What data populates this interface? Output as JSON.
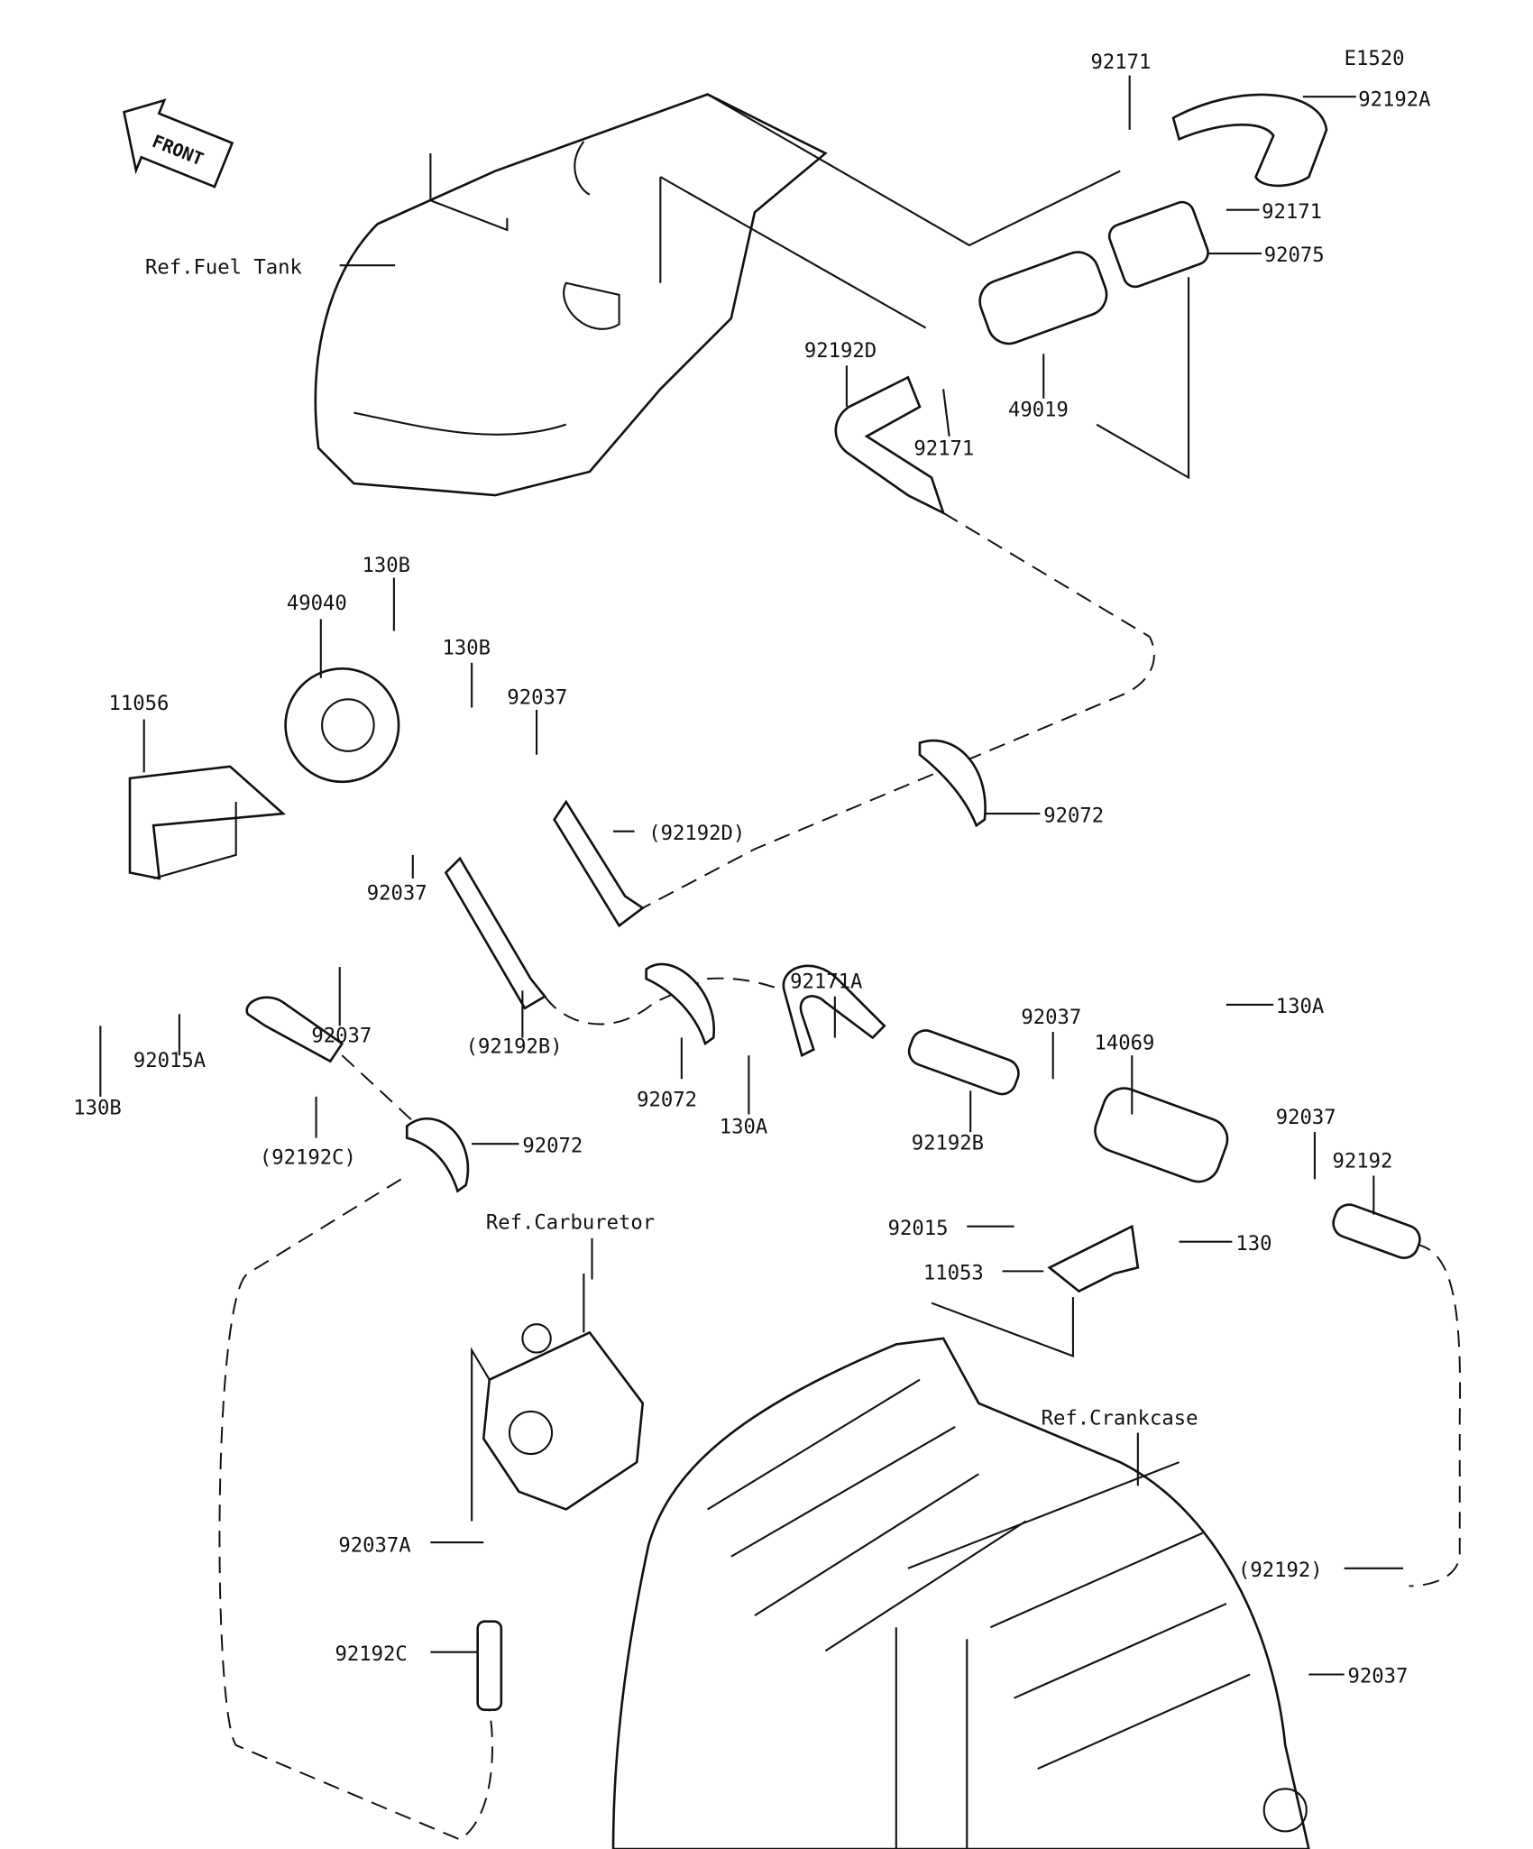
{
  "diagram": {
    "code": "E1520",
    "front_arrow": "FRONT",
    "refs": {
      "fuel_tank": "Ref.Fuel Tank",
      "carburetor": "Ref.Carburetor",
      "crankcase": "Ref.Crankcase"
    },
    "labels": [
      "92171",
      "92192A",
      "92171",
      "92075",
      "92192D",
      "92171",
      "49019",
      "130B",
      "49040",
      "130B",
      "11056",
      "92037",
      "92072",
      "(92192D)",
      "92037",
      "92171A",
      "130A",
      "92037",
      "14069",
      "92037",
      "(92192B)",
      "92015A",
      "130B",
      "92072",
      "130A",
      "92192B",
      "92037",
      "92192",
      "(92192C)",
      "92072",
      "92015",
      "130",
      "11053",
      "92037A",
      "(92192)",
      "92192C",
      "92037"
    ]
  }
}
